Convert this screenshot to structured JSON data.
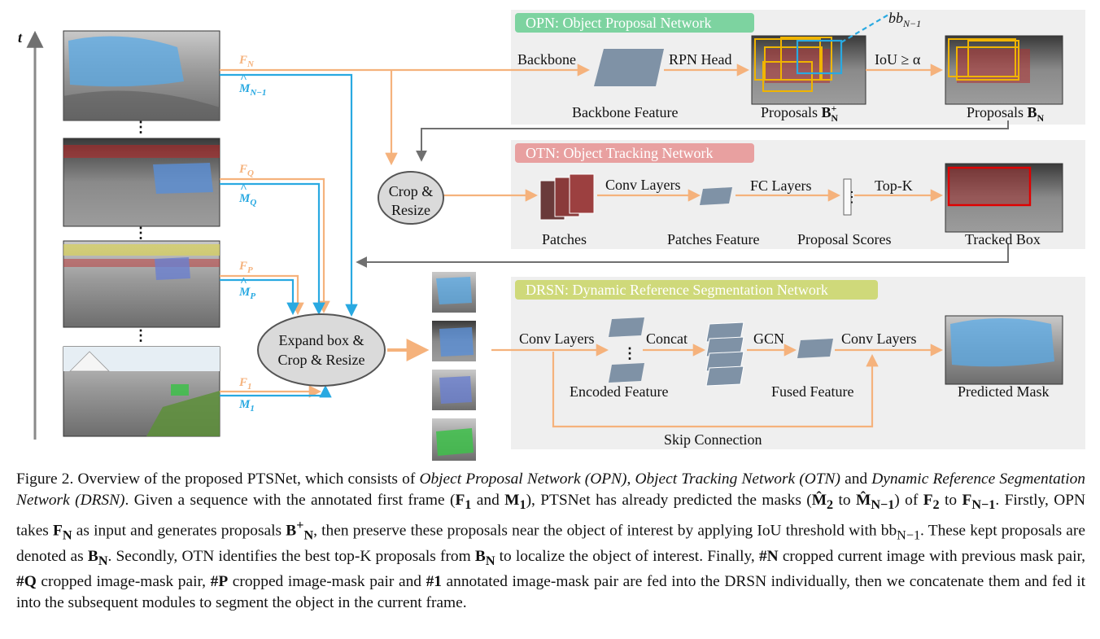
{
  "diagram": {
    "time_axis_label": "t",
    "opn": {
      "title": "OPN: Object Proposal Network",
      "backbone": "Backbone",
      "rpn_head": "RPN Head",
      "backbone_feature": "Backbone Feature",
      "proposals_b_plus": "Proposals",
      "iou_label": "IoU ≥ α",
      "proposals_b": "Proposals",
      "bb_label": "bb",
      "bb_sub": "N−1",
      "b_letter": "B",
      "n_sub": "N",
      "plus_sup": "+"
    },
    "otn": {
      "title": "OTN: Object Tracking Network",
      "crop_resize_line1": "Crop &",
      "crop_resize_line2": "Resize",
      "patches": "Patches",
      "conv_layers": "Conv Layers",
      "patches_feature": "Patches Feature",
      "fc_layers": "FC Layers",
      "proposal_scores": "Proposal Scores",
      "top_k": "Top-K",
      "tracked_box": "Tracked Box"
    },
    "drsn": {
      "title": "DRSN: Dynamic Reference Segmentation Network",
      "conv_layers_in": "Conv Layers",
      "concat": "Concat",
      "encoded_feature": "Encoded Feature",
      "gcn": "GCN",
      "fused_feature": "Fused Feature",
      "conv_layers_out": "Conv Layers",
      "predicted_mask": "Predicted Mask",
      "skip_connection": "Skip Connection"
    },
    "expand": {
      "line1": "Expand box &",
      "line2": "Crop & Resize"
    },
    "frame_labels": {
      "F": "F",
      "M": "M",
      "N": "N",
      "N_minus_1": "N−1",
      "Q": "Q",
      "P": "P",
      "one": "1",
      "dots": "⋮"
    }
  },
  "caption": {
    "c01": "Figure 2. Overview of the proposed PTSNet, which consists of ",
    "c02": "Object Proposal Network (OPN)",
    "c03": ", ",
    "c04": "Object Tracking Network (OTN)",
    "c05": " and ",
    "c06": "Dynamic Reference Segmentation Network (DRSN)",
    "c07": ". Given a sequence with the annotated first frame (",
    "c08": "F",
    "c09": "1",
    "c10": " and ",
    "c11": "M",
    "c12": "1",
    "c13": "), PTSNet has already predicted the masks (",
    "c14": "M̂",
    "c15": "2",
    "c16": " to ",
    "c17": "M̂",
    "c18": "N−1",
    "c19": ") of ",
    "c20": "F",
    "c21": "2",
    "c22": " to ",
    "c23": "F",
    "c24": "N−1",
    "c25": ". Firstly, OPN takes ",
    "c26": "F",
    "c27": "N",
    "c28": " as input and generates proposals ",
    "c29": "B",
    "c30": "+",
    "c31": "N",
    "c32": ", then preserve these proposals near the object of interest by applying IoU threshold with bb",
    "c33": "N−1",
    "c34": ". These kept proposals are denoted as ",
    "c35": "B",
    "c36": "N",
    "c37": ". Secondly, OTN identifies the best top-K proposals from ",
    "c38": "B",
    "c39": "N",
    "c40": " to localize the object of interest. Finally, ",
    "c41": "#N",
    "c42": " cropped current image with previous mask pair, ",
    "c43": "#Q",
    "c44": " cropped image-mask pair, ",
    "c45": "#P",
    "c46": " cropped image-mask pair and ",
    "c47": "#1",
    "c48": " annotated image-mask pair are fed into the DRSN individually, then we concatenate them and fed it into the subsequent modules to segment the object in the current frame."
  },
  "colors": {
    "opn_tag": "#7dd3a0",
    "otn_tag": "#e8a0a0",
    "drsn_tag": "#cfd97a",
    "flow_orange": "#f5b27c",
    "mask_blue": "#29a9e1",
    "panel_gray": "#efefef",
    "feature_slate": "#7f92a6"
  }
}
